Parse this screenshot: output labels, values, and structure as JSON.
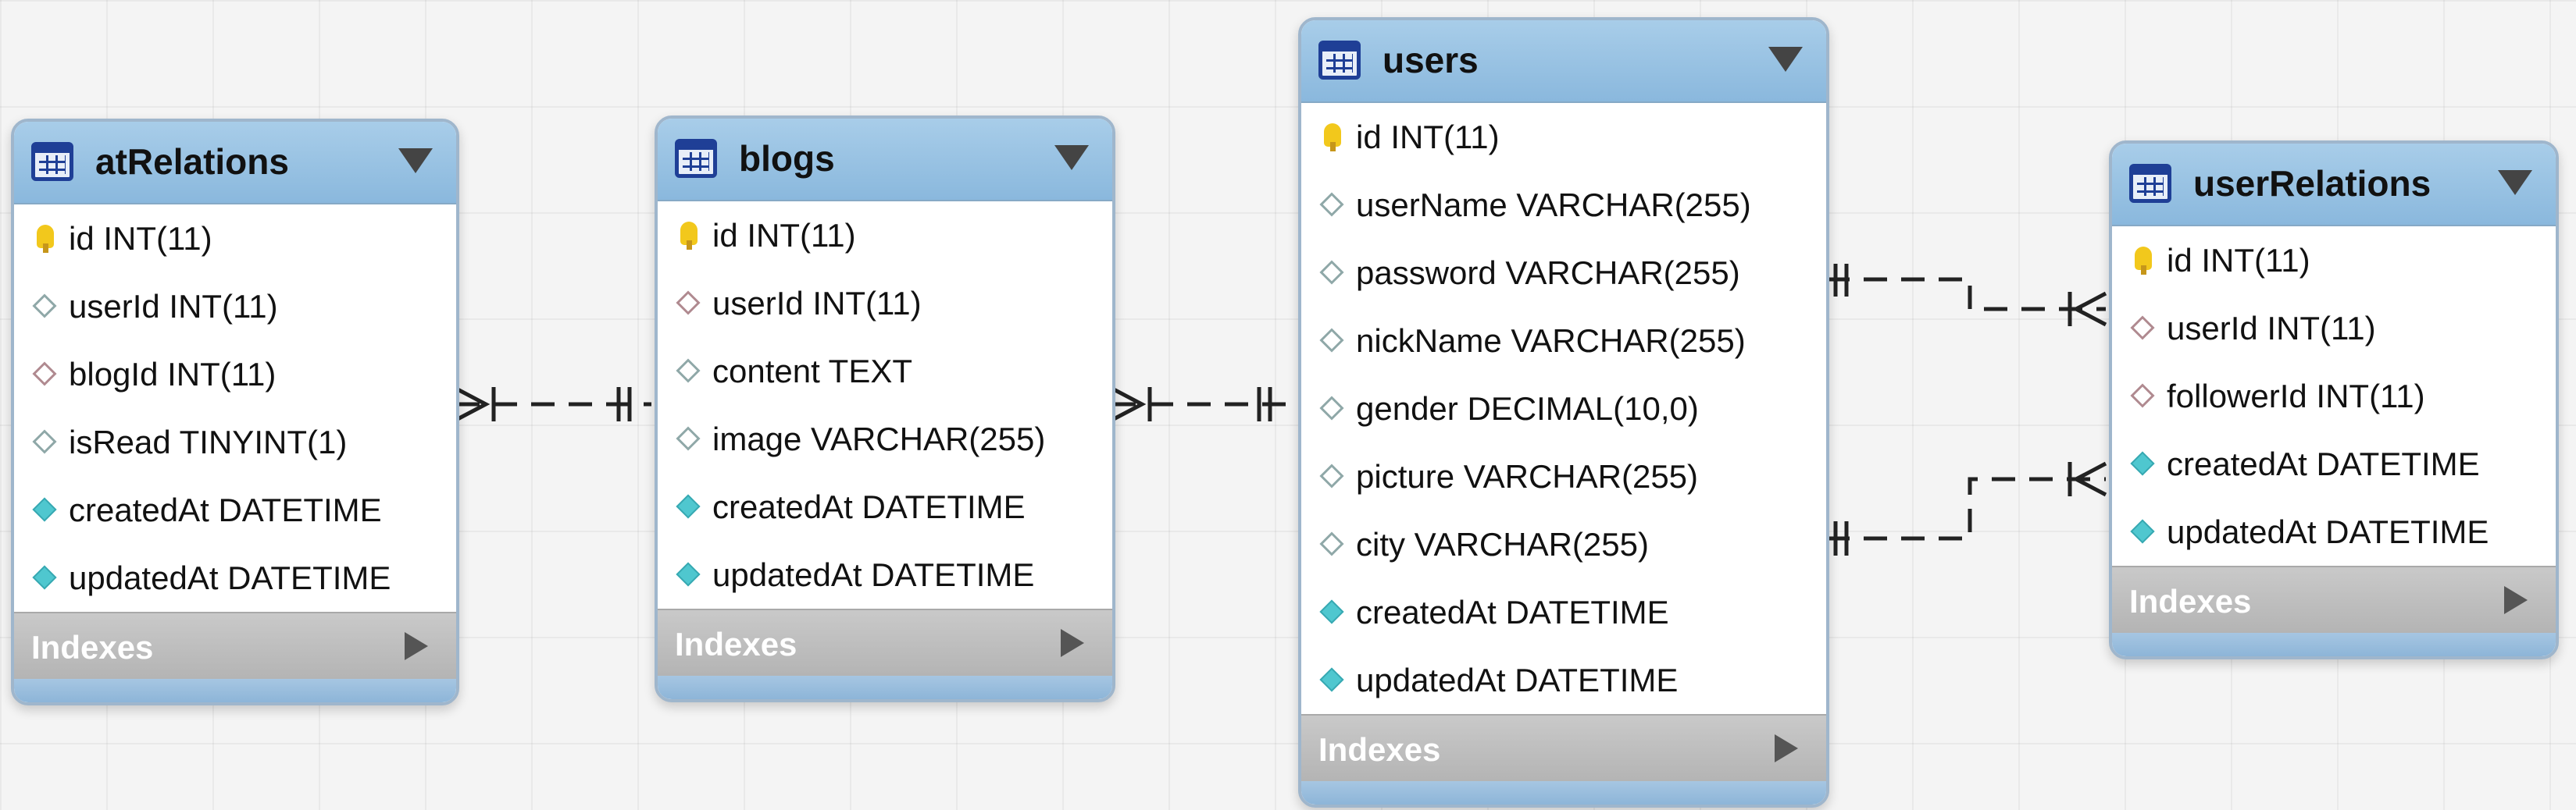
{
  "diagram": {
    "indexes_label": "Indexes",
    "tables": [
      {
        "name": "atRelations",
        "columns": [
          {
            "icon": "primary-key",
            "text": "id INT(11)"
          },
          {
            "icon": "column",
            "text": "userId INT(11)"
          },
          {
            "icon": "foreign-key",
            "text": "blogId INT(11)"
          },
          {
            "icon": "column",
            "text": "isRead TINYINT(1)"
          },
          {
            "icon": "not-null-column",
            "text": "createdAt DATETIME"
          },
          {
            "icon": "not-null-column",
            "text": "updatedAt DATETIME"
          }
        ]
      },
      {
        "name": "blogs",
        "columns": [
          {
            "icon": "primary-key",
            "text": "id INT(11)"
          },
          {
            "icon": "foreign-key",
            "text": "userId INT(11)"
          },
          {
            "icon": "column",
            "text": "content TEXT"
          },
          {
            "icon": "column",
            "text": "image VARCHAR(255)"
          },
          {
            "icon": "not-null-column",
            "text": "createdAt DATETIME"
          },
          {
            "icon": "not-null-column",
            "text": "updatedAt DATETIME"
          }
        ]
      },
      {
        "name": "users",
        "columns": [
          {
            "icon": "primary-key",
            "text": "id INT(11)"
          },
          {
            "icon": "column",
            "text": "userName VARCHAR(255)"
          },
          {
            "icon": "column",
            "text": "password VARCHAR(255)"
          },
          {
            "icon": "column",
            "text": "nickName VARCHAR(255)"
          },
          {
            "icon": "column",
            "text": "gender DECIMAL(10,0)"
          },
          {
            "icon": "column",
            "text": "picture VARCHAR(255)"
          },
          {
            "icon": "column",
            "text": "city VARCHAR(255)"
          },
          {
            "icon": "not-null-column",
            "text": "createdAt DATETIME"
          },
          {
            "icon": "not-null-column",
            "text": "updatedAt DATETIME"
          }
        ]
      },
      {
        "name": "userRelations",
        "columns": [
          {
            "icon": "primary-key",
            "text": "id INT(11)"
          },
          {
            "icon": "foreign-key",
            "text": "userId INT(11)"
          },
          {
            "icon": "foreign-key",
            "text": "followerId INT(11)"
          },
          {
            "icon": "not-null-column",
            "text": "createdAt DATETIME"
          },
          {
            "icon": "not-null-column",
            "text": "updatedAt DATETIME"
          }
        ]
      }
    ],
    "relationships": [
      {
        "from": "atRelations",
        "to": "blogs",
        "cardinality": "many-to-one"
      },
      {
        "from": "blogs",
        "to": "users",
        "cardinality": "many-to-one"
      },
      {
        "from": "users",
        "to": "userRelations",
        "cardinality": "one-to-many"
      },
      {
        "from": "users",
        "to": "userRelations",
        "cardinality": "one-to-many"
      }
    ],
    "colors": {
      "header": "#9cc4e4",
      "indexes_bar": "#bdbdbd",
      "primary_key": "#f2c81c",
      "not_null_marker": "#4fc7cf",
      "line": "#222222"
    }
  }
}
